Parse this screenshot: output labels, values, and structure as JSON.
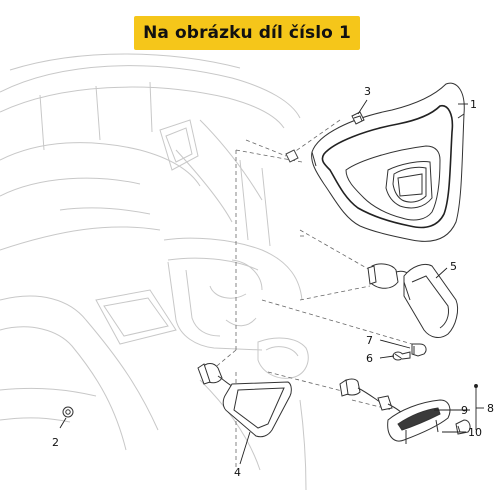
{
  "banner": {
    "text": "Na obrázku díl číslo 1"
  },
  "callouts": [
    {
      "id": "1",
      "label": "1"
    },
    {
      "id": "2",
      "label": "2"
    },
    {
      "id": "3",
      "label": "3"
    },
    {
      "id": "4",
      "label": "4"
    },
    {
      "id": "5",
      "label": "5"
    },
    {
      "id": "6",
      "label": "6"
    },
    {
      "id": "7",
      "label": "7"
    },
    {
      "id": "8",
      "label": "8"
    },
    {
      "id": "9",
      "label": "9"
    },
    {
      "id": "10",
      "label": "10"
    }
  ],
  "colors": {
    "banner_bg": "#f5c61a",
    "line_faint": "#c8c8c8",
    "line_part": "#444444",
    "line_dark": "#222222"
  }
}
